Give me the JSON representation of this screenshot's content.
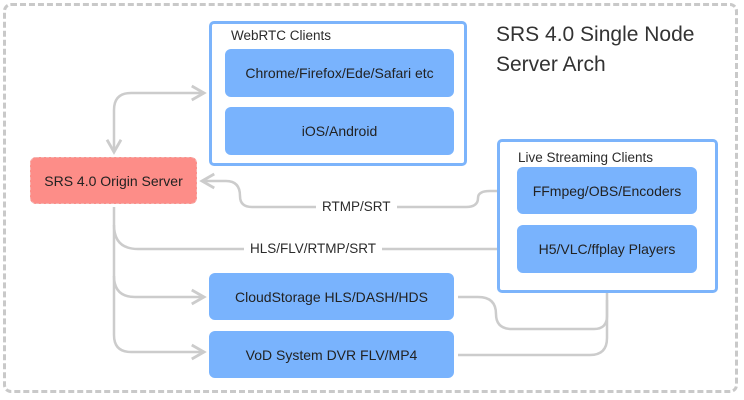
{
  "title": {
    "line1": "SRS 4.0 Single Node",
    "line2": "Server Arch"
  },
  "colors": {
    "container_border": "#7cb4fb",
    "node_fill": "#79b3fd",
    "origin_fill": "#fd8d88",
    "edge": "#cccccc",
    "frame": "#c9c9c9"
  },
  "origin": {
    "label": "SRS 4.0 Origin Server"
  },
  "webrtc": {
    "label": "WebRTC Clients",
    "nodes": [
      {
        "label": "Chrome/Firefox/Ede/Safari etc"
      },
      {
        "label": "iOS/Android"
      }
    ]
  },
  "live": {
    "label": "Live Streaming Clients",
    "nodes": [
      {
        "label": "FFmpeg/OBS/Encoders"
      },
      {
        "label": "H5/VLC/ffplay Players"
      }
    ]
  },
  "storage": {
    "nodes": [
      {
        "label": "CloudStorage HLS/DASH/HDS"
      },
      {
        "label": "VoD System DVR FLV/MP4"
      }
    ]
  },
  "edges": {
    "ingest_label": "RTMP/SRT",
    "delivery_label": "HLS/FLV/RTMP/SRT"
  }
}
